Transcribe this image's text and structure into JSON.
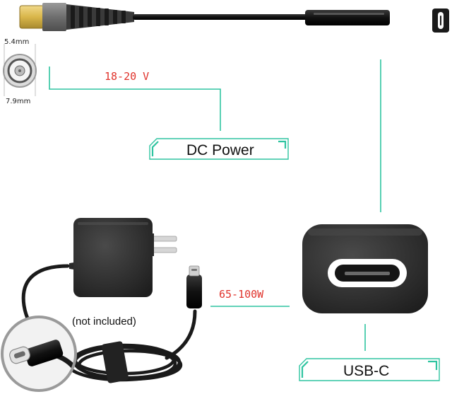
{
  "plug_dimensions": {
    "inner": "5.4mm",
    "outer": "7.9mm"
  },
  "labels": {
    "voltage": "18-20 V",
    "dc_power": "DC Power",
    "wattage": "65-100W",
    "usb_c": "USB-C",
    "adapter_note": "(not included)"
  },
  "colors": {
    "leader_line": "#2ec4a0",
    "spec_text": "#e0332c",
    "cable": "#111111",
    "plug_tip": "#d9b64a",
    "plug_body": "#7a7a7a"
  }
}
